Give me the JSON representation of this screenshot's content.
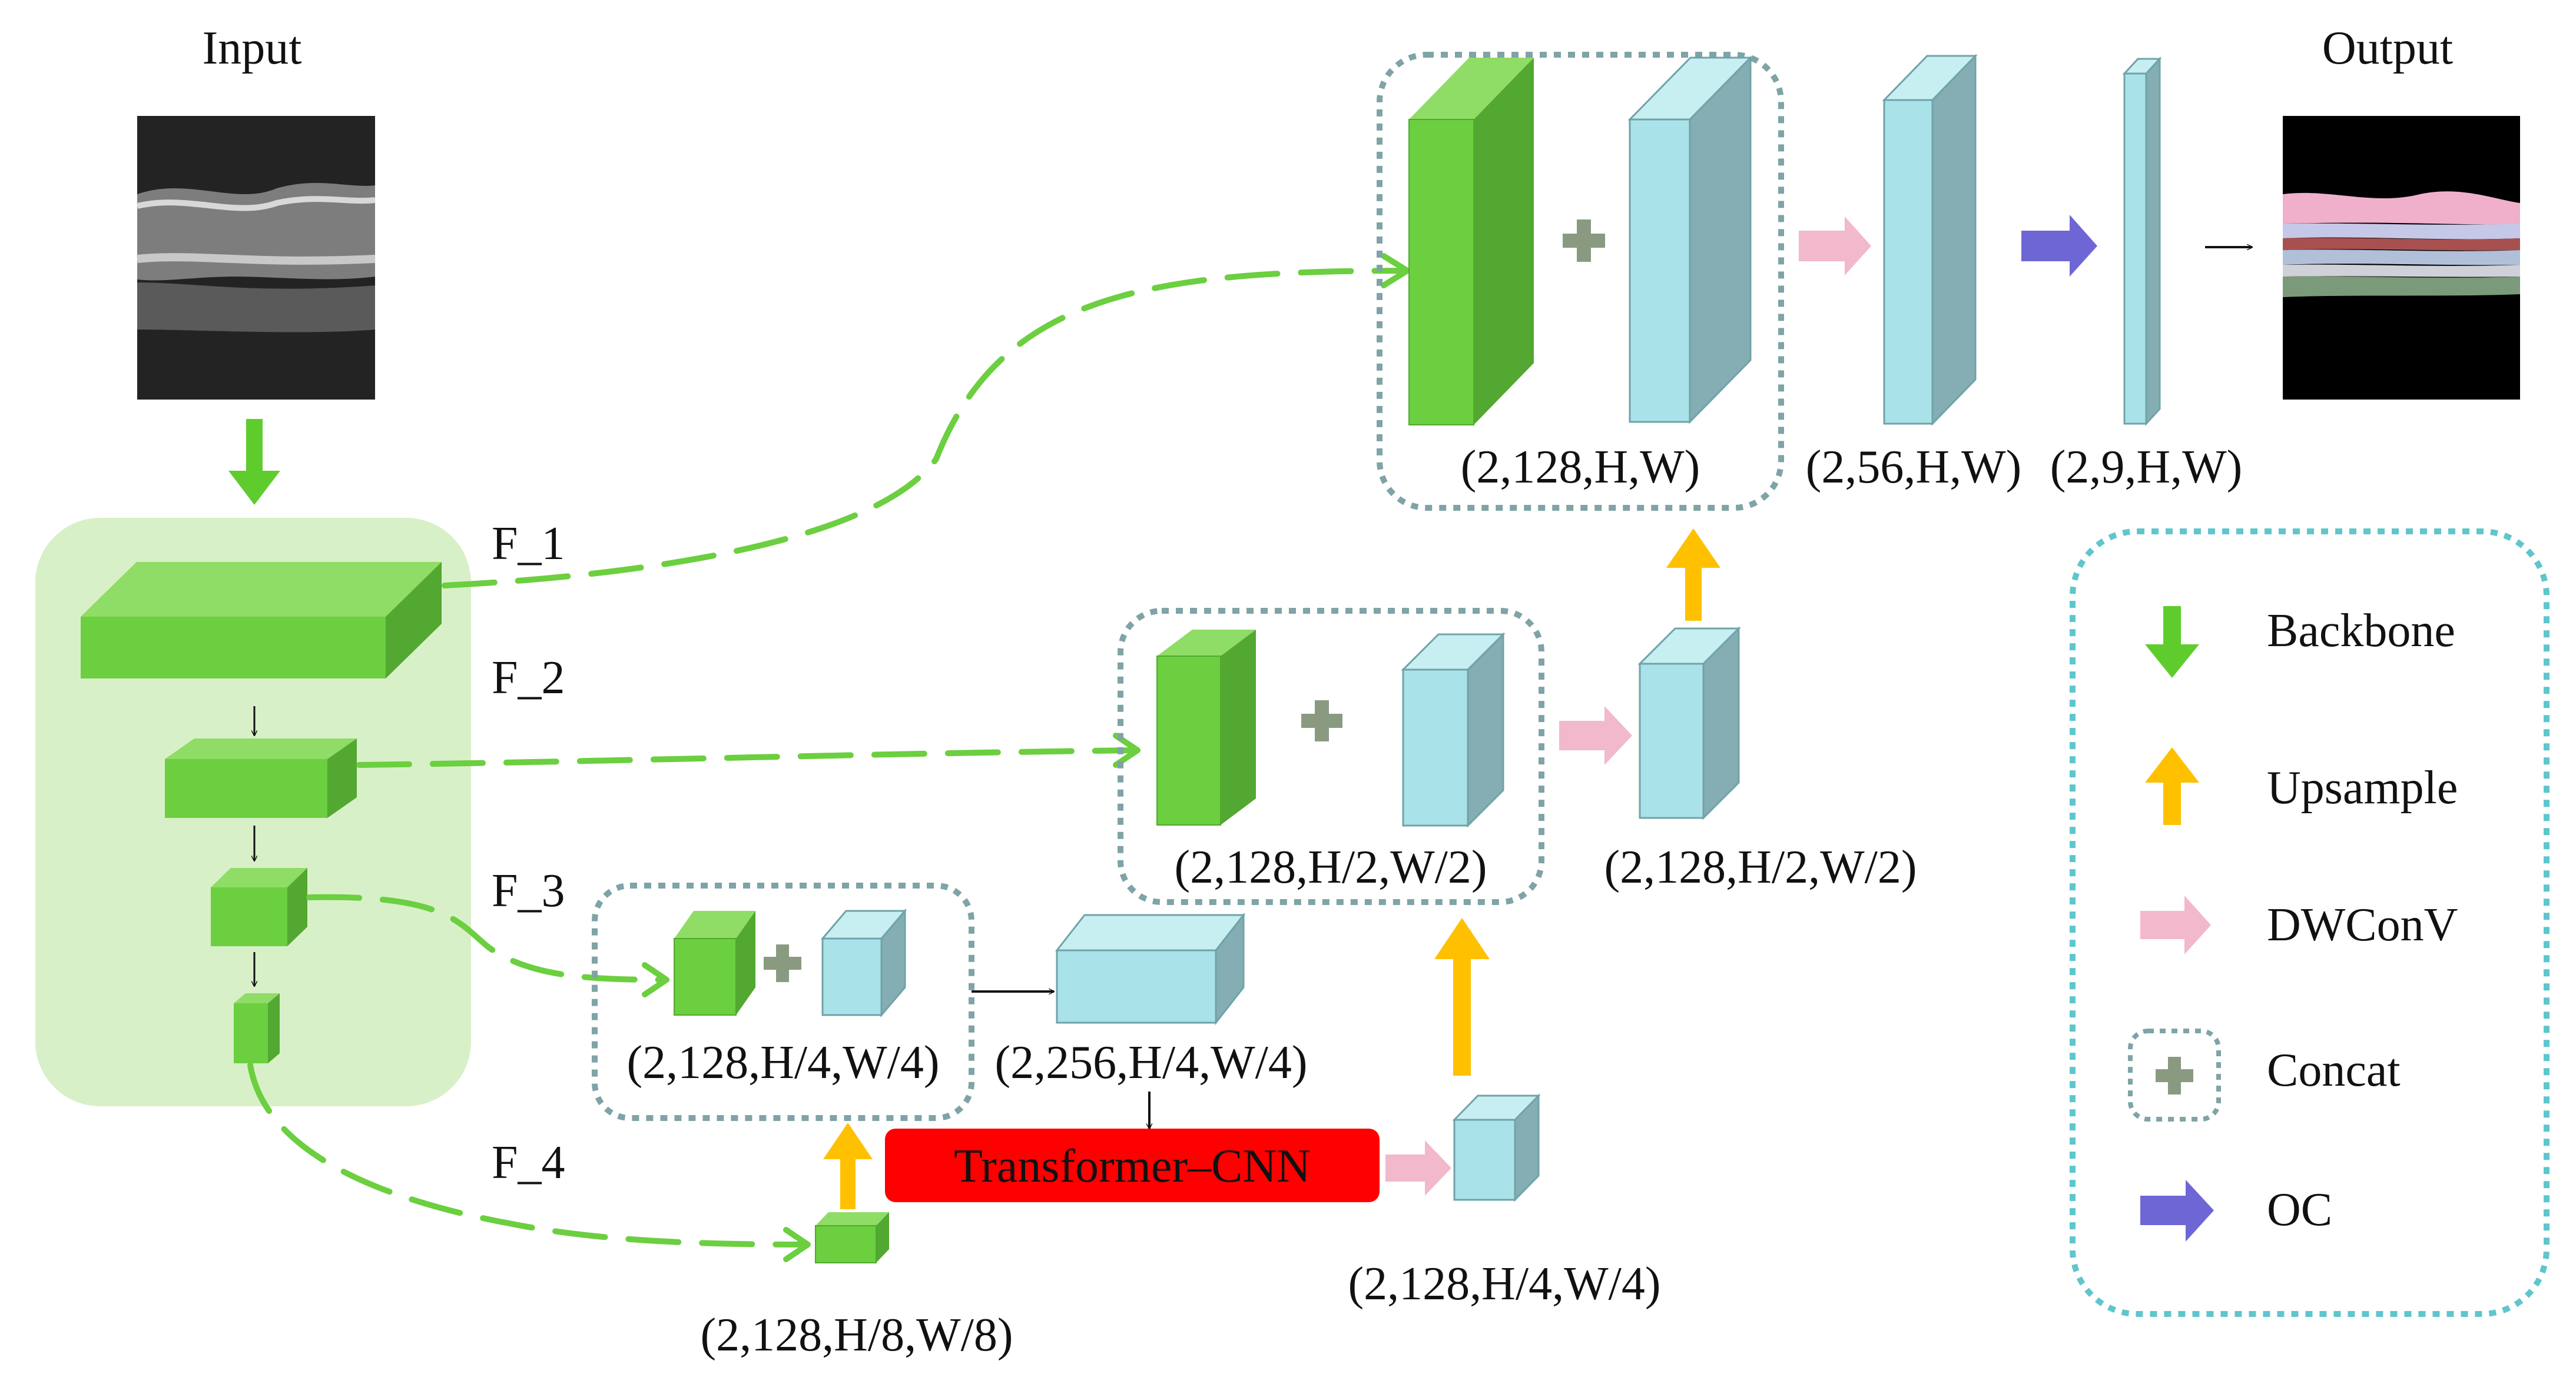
{
  "header": {
    "input_label": "Input",
    "output_label": "Output"
  },
  "backbone": {
    "features": [
      "F_1",
      "F_2",
      "F_3",
      "F_4"
    ]
  },
  "shapes": {
    "top_concat": "(2,128,H,W)",
    "top_conv": "(2,56,H,W)",
    "top_out": "(2,9,H,W)",
    "mid_concat": "(2,128,H/2,W/2)",
    "mid_up": "(2,128,H/2,W/2)",
    "low_concat": "(2,128,H/4,W/4)",
    "low_wide": "(2,256,H/4,W/4)",
    "low_out": "(2,128,H/4,W/4)",
    "f4_block": "(2,128,H/8,W/8)"
  },
  "module": {
    "transformer_label": "Transformer–CNN"
  },
  "legend": {
    "items": [
      {
        "label": "Backbone",
        "icon": "green-down-arrow-icon"
      },
      {
        "label": "Upsample",
        "icon": "orange-up-arrow-icon"
      },
      {
        "label": "DWConV",
        "icon": "pink-right-arrow-icon"
      },
      {
        "label": "Concat",
        "icon": "plus-icon"
      },
      {
        "label": "OC",
        "icon": "purple-right-arrow-icon"
      }
    ]
  },
  "colors": {
    "green_front": "#6bcf3f",
    "green_top": "#8fdc66",
    "green_side": "#52a830",
    "cyan_front": "#a9e2e8",
    "cyan_top": "#c7eff2",
    "cyan_side": "#84aeb3",
    "backbone_panel": "#d8f0c8",
    "dashed_box": "#7fa3a6",
    "legend_border": "#5ec6cc",
    "upsample": "#ffc000",
    "dwconv": "#f2b8cc",
    "oc": "#6f66d6",
    "transformer": "#ff0000",
    "plus": "#8a9a80"
  }
}
